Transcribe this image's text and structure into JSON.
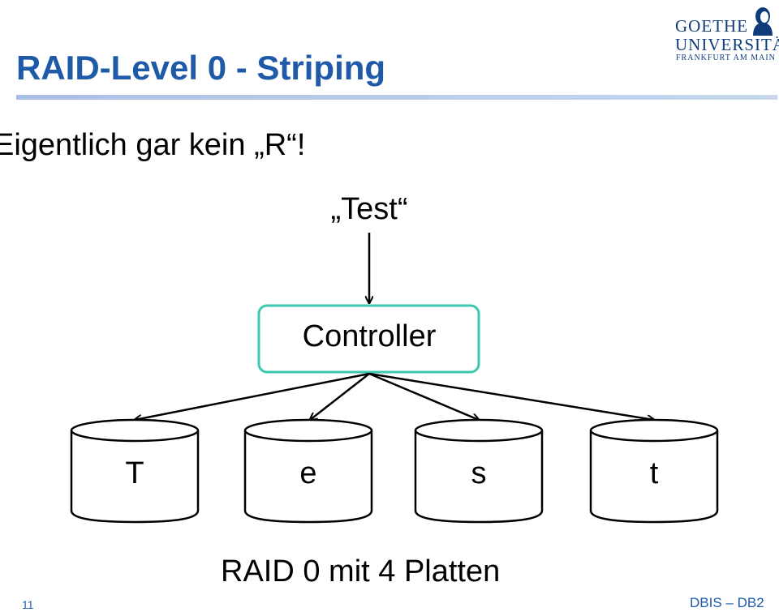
{
  "header": {
    "title": "RAID-Level 0 - Striping",
    "logo": {
      "line1": "GOETHE",
      "line2": "UNIVERSITÄT",
      "line3": "FRANKFURT AM MAIN"
    }
  },
  "content": {
    "bullet": "Eigentlich gar kein „R“!"
  },
  "diagram": {
    "input_label": "„Test“",
    "controller_label": "Controller",
    "disks": [
      {
        "label": "T"
      },
      {
        "label": "e"
      },
      {
        "label": "s"
      },
      {
        "label": "t"
      }
    ],
    "caption": "RAID 0 mit 4 Platten"
  },
  "footer": {
    "page_number": "11",
    "course": "DBIS – DB2"
  },
  "colors": {
    "title": "#1f5aa8",
    "controller_border": "#3cc9b0",
    "logo": "#0e3c7a"
  }
}
